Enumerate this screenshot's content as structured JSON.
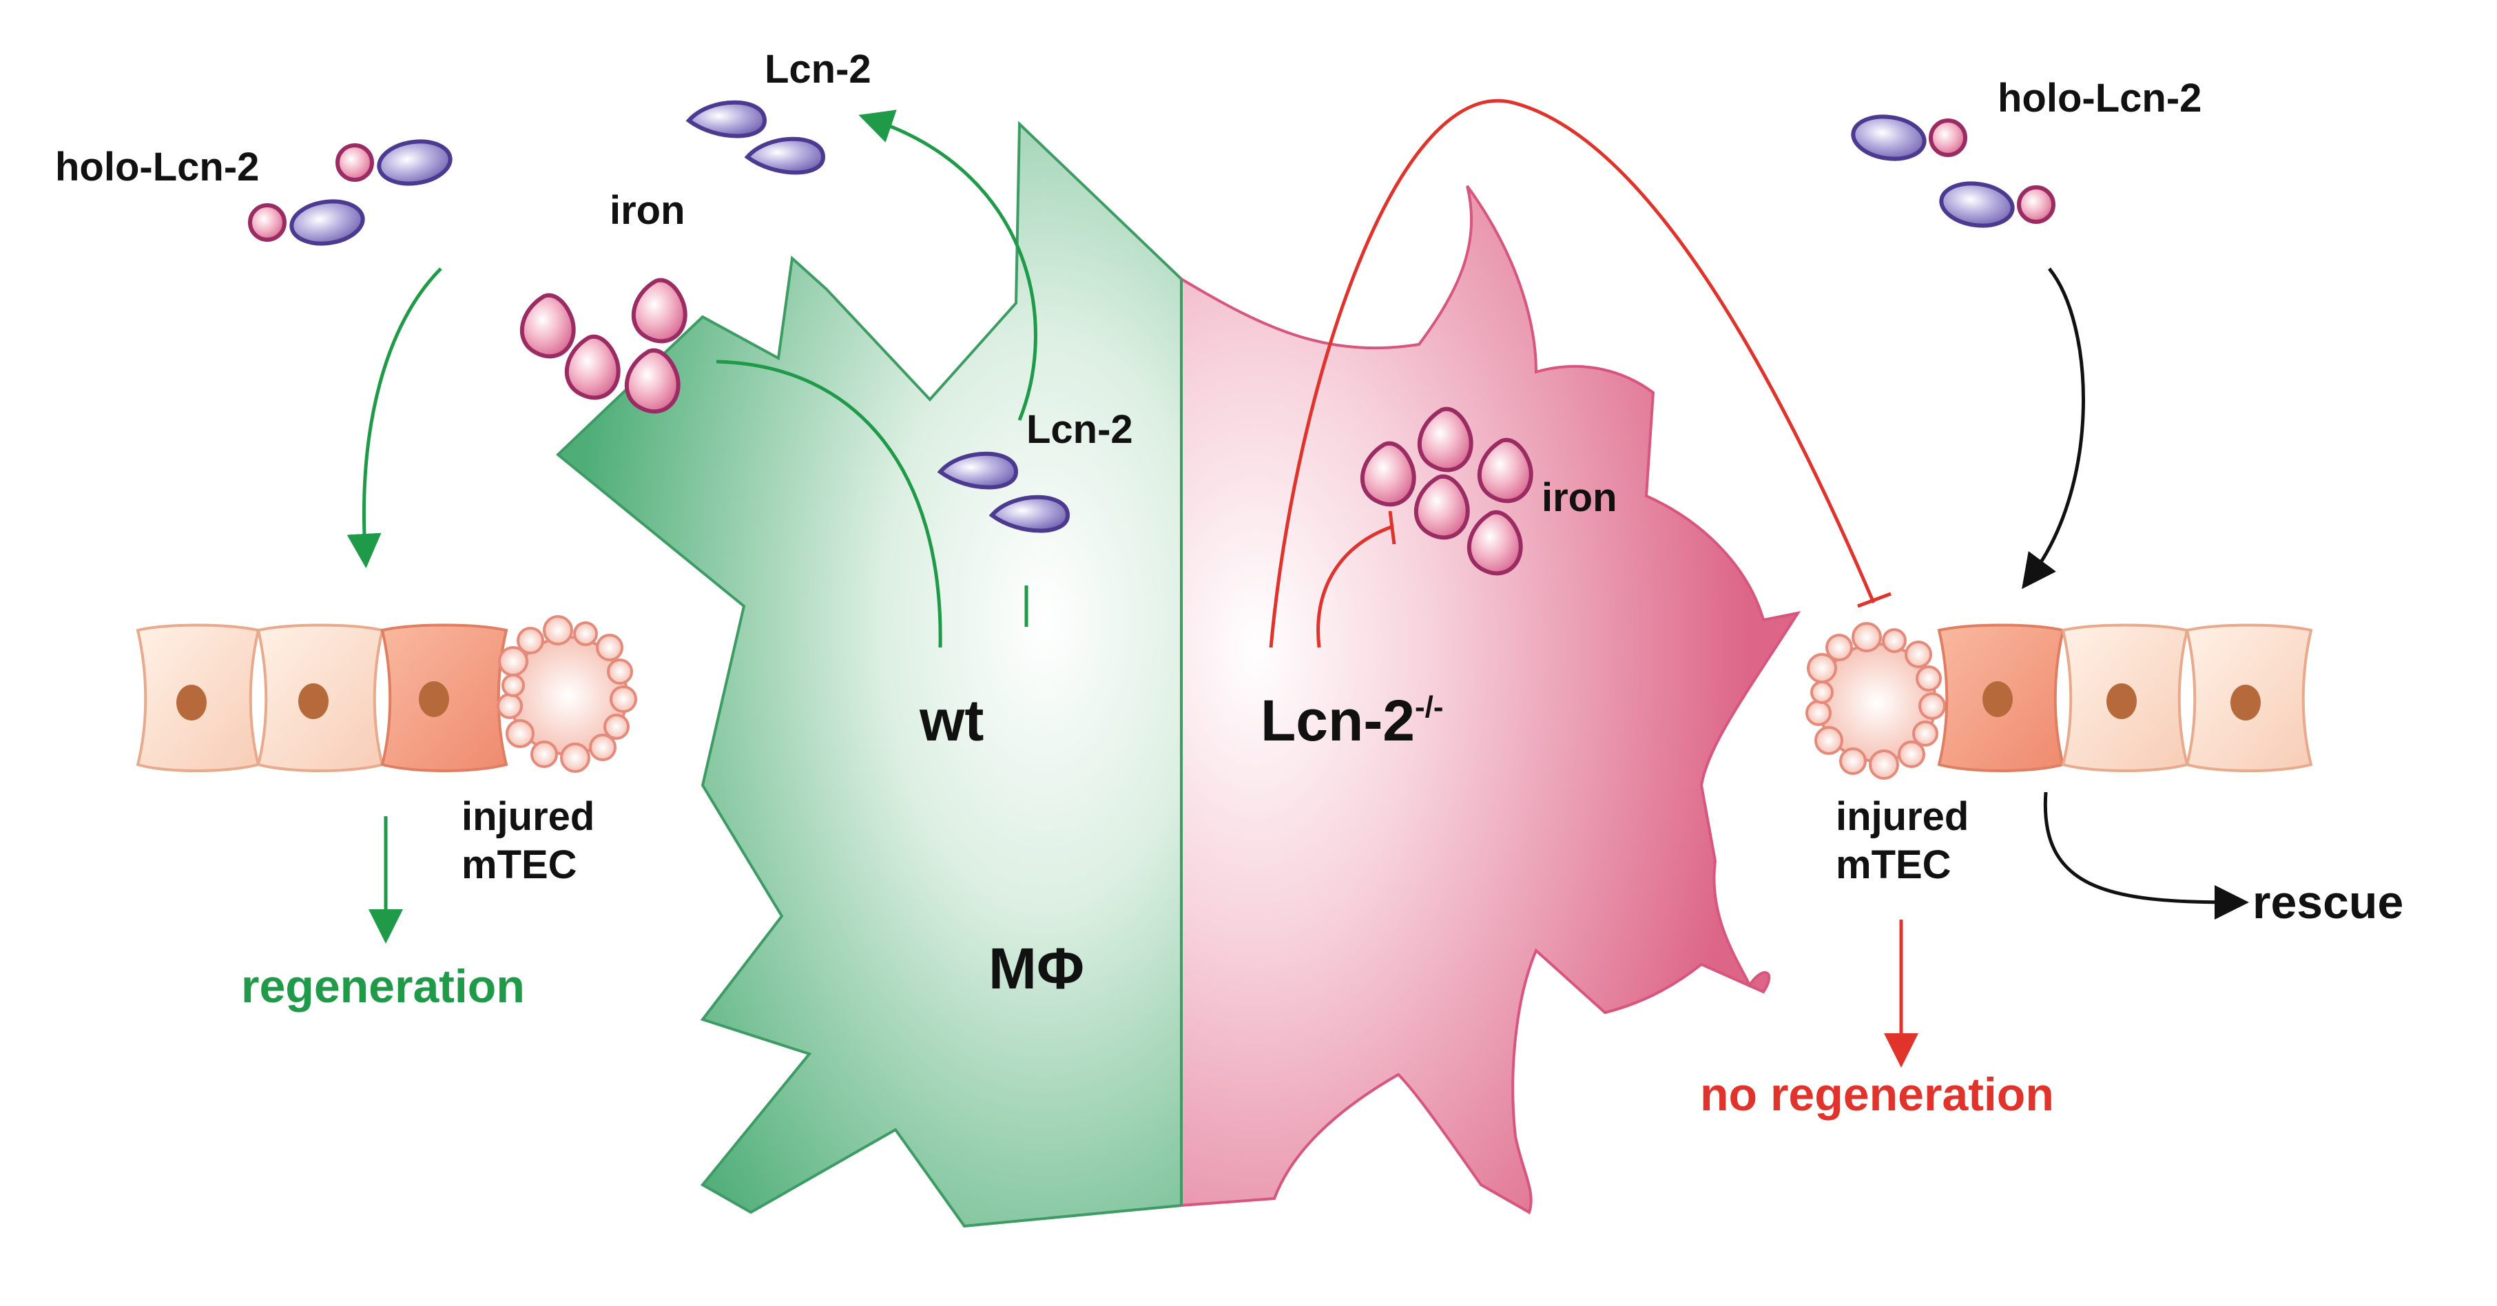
{
  "labels": {
    "holo_lcn2_left": "holo-Lcn-2",
    "lcn2_top": "Lcn-2",
    "iron_left": "iron",
    "lcn2_mid": "Lcn-2",
    "wt": "wt",
    "macrophage": "MΦ",
    "lcn2_ko_main": "Lcn-2",
    "lcn2_ko_sup": "-/-",
    "iron_right": "iron",
    "holo_lcn2_right": "holo-Lcn-2",
    "injured_left_line1": "injured",
    "injured_left_line2": "mTEC",
    "injured_right_line1": "injured",
    "injured_right_line2": "mTEC",
    "regeneration": "regeneration",
    "no_regeneration": "no regeneration",
    "rescue": "rescue"
  },
  "colors": {
    "green": "#1f9a48",
    "red": "#e0332b",
    "black": "#111111",
    "macrophage_green": "#5fb784",
    "macrophage_pink": "#e4809c",
    "lipocalin": "#7b6bb8",
    "iron": "#d9678f"
  }
}
